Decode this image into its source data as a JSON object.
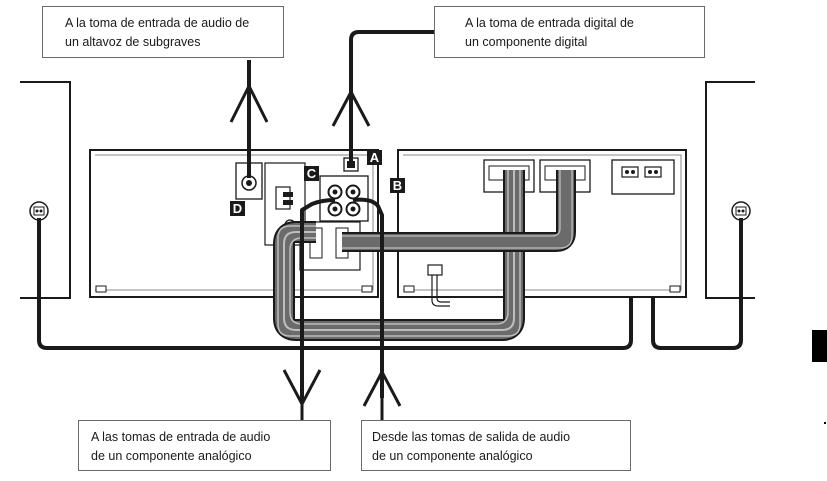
{
  "callouts": {
    "subwoofer_in": {
      "line1": "A la toma de entrada de audio de",
      "line2": "un altavoz de subgraves"
    },
    "digital_in": {
      "line1": "A la toma de entrada digital de",
      "line2": "un componente digital"
    },
    "analog_in": {
      "line1": "A las tomas de entrada de audio",
      "line2": "de un componente analógico"
    },
    "analog_out": {
      "line1": "Desde las tomas de salida de audio",
      "line2": "de un componente analógico"
    }
  },
  "badges": {
    "a": "A",
    "b": "B",
    "c": "C",
    "d": "D"
  },
  "colors": {
    "line": "#1a1a1a",
    "ribbon": "#6b6b6b",
    "ribbon_light": "#bdbdbd",
    "panel_fill": "#ffffff"
  }
}
